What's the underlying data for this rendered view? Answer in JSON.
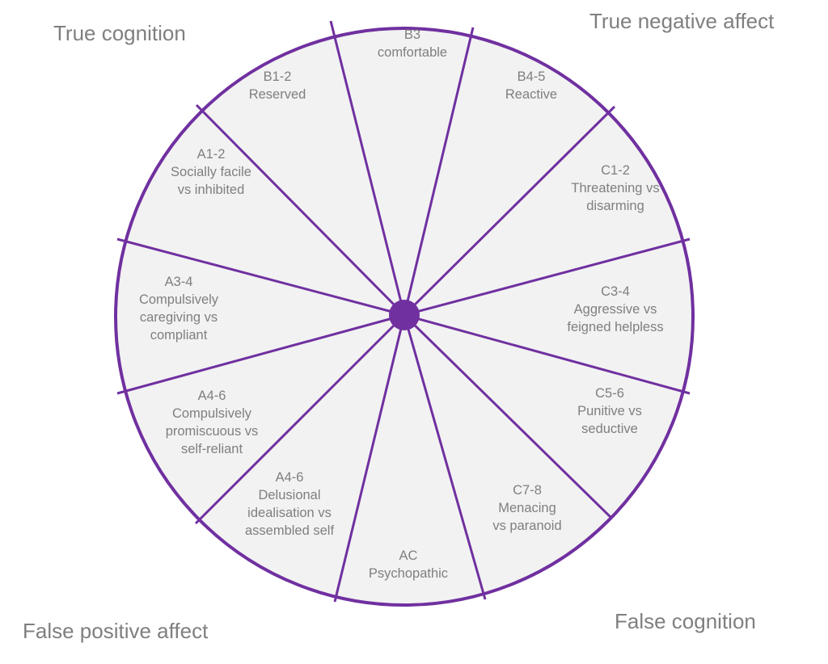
{
  "corners": {
    "top_left": "True cognition",
    "top_right": "True negative affect",
    "bottom_left": "False positive affect",
    "bottom_right": "False cognition"
  },
  "segments": [
    {
      "id": "b3",
      "lines": [
        "B3",
        "comfortable"
      ]
    },
    {
      "id": "b4-5",
      "lines": [
        "B4-5",
        "Reactive"
      ]
    },
    {
      "id": "c1-2",
      "lines": [
        "C1-2",
        "Threatening vs",
        "disarming"
      ]
    },
    {
      "id": "c3-4",
      "lines": [
        "C3-4",
        "Aggressive vs",
        "feigned helpless"
      ]
    },
    {
      "id": "c5-6",
      "lines": [
        "C5-6",
        "Punitive vs",
        "seductive"
      ]
    },
    {
      "id": "c7-8",
      "lines": [
        "C7-8",
        "Menacing",
        "vs paranoid"
      ]
    },
    {
      "id": "ac",
      "lines": [
        "AC",
        "Psychopathic"
      ]
    },
    {
      "id": "a4-6-delusional",
      "lines": [
        "A4-6",
        "Delusional",
        "idealisation vs",
        "assembled self"
      ]
    },
    {
      "id": "a4-6-promiscuous",
      "lines": [
        "A4-6",
        "Compulsively",
        "promiscuous vs",
        "self-reliant"
      ]
    },
    {
      "id": "a3-4",
      "lines": [
        "A3-4",
        "Compulsively",
        "caregiving vs",
        "compliant"
      ]
    },
    {
      "id": "a1-2",
      "lines": [
        "A1-2",
        "Socially facile",
        "vs inhibited"
      ]
    },
    {
      "id": "b1-2",
      "lines": [
        "B1-2",
        "Reserved"
      ]
    }
  ],
  "colors": {
    "stroke": "#7030a0",
    "fill": "#f2f2f2",
    "hub": "#7030a0",
    "text": "#7f7f7f"
  }
}
